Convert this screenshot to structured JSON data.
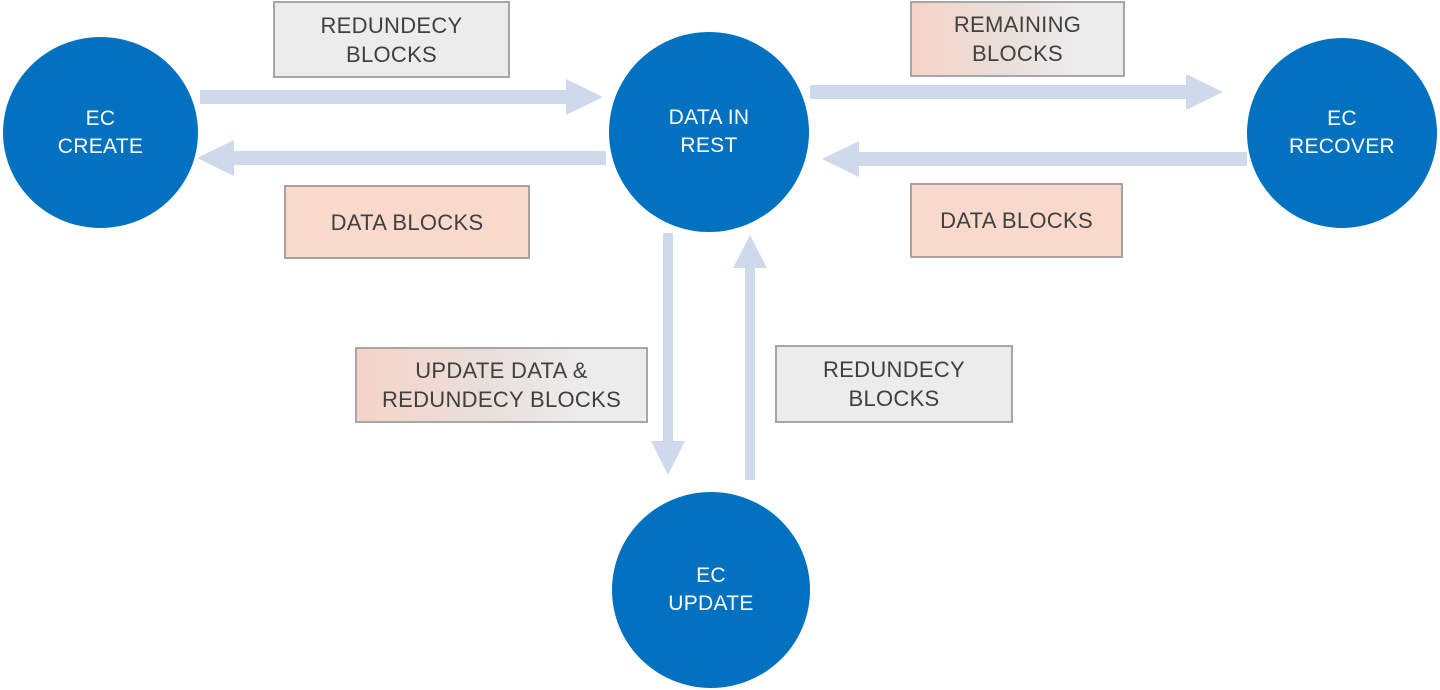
{
  "diagram": {
    "colors": {
      "node_fill": "#0171c0",
      "node_text": "#ffffff",
      "arrow": "#cfd9ec",
      "gray_box_fill": "#ececec",
      "gray_box_border": "#a6a6a6",
      "pink_box_fill": "#f8d9cc",
      "pink_box_border": "#aba19d",
      "box_text": "#404040",
      "background": "#ffffff"
    },
    "nodes": [
      {
        "id": "ec-create",
        "line1": "EC",
        "line2": "CREATE"
      },
      {
        "id": "data-in-rest",
        "line1": "DATA IN",
        "line2": "REST"
      },
      {
        "id": "ec-recover",
        "line1": "EC",
        "line2": "RECOVER"
      },
      {
        "id": "ec-update",
        "line1": "EC",
        "line2": "UPDATE"
      }
    ],
    "labels": [
      {
        "id": "redundecy-top",
        "line1": "REDUNDECY",
        "line2": "BLOCKS",
        "style": "gray"
      },
      {
        "id": "data-blocks-left",
        "line1": "DATA BLOCKS",
        "line2": "",
        "style": "pink"
      },
      {
        "id": "remaining",
        "line1": "REMAINING",
        "line2": "BLOCKS",
        "style": "pink-gray-gradient"
      },
      {
        "id": "data-blocks-right",
        "line1": "DATA BLOCKS",
        "line2": "",
        "style": "pink"
      },
      {
        "id": "update-data",
        "line1": "UPDATE DATA &",
        "line2": "REDUNDECY BLOCKS",
        "style": "pink-gray-gradient"
      },
      {
        "id": "redundecy-bottom",
        "line1": "REDUNDECY",
        "line2": "BLOCKS",
        "style": "gray"
      }
    ],
    "edges": [
      {
        "from": "EC CREATE",
        "to": "DATA IN REST",
        "direction": "right",
        "label": "REDUNDECY BLOCKS"
      },
      {
        "from": "DATA IN REST",
        "to": "EC CREATE",
        "direction": "left",
        "label": "DATA BLOCKS"
      },
      {
        "from": "DATA IN REST",
        "to": "EC RECOVER",
        "direction": "right",
        "label": "REMAINING BLOCKS"
      },
      {
        "from": "EC RECOVER",
        "to": "DATA IN REST",
        "direction": "left",
        "label": "DATA BLOCKS"
      },
      {
        "from": "DATA IN REST",
        "to": "EC UPDATE",
        "direction": "down",
        "label": "UPDATE DATA & REDUNDECY BLOCKS"
      },
      {
        "from": "EC UPDATE",
        "to": "DATA IN REST",
        "direction": "up",
        "label": "REDUNDECY BLOCKS"
      }
    ]
  }
}
